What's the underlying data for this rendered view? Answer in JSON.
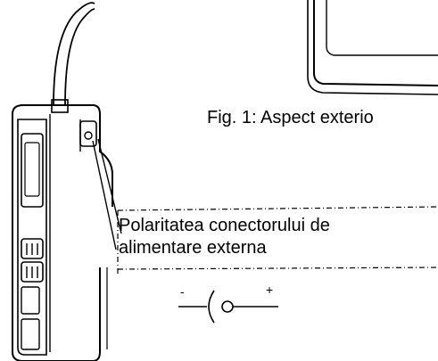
{
  "figure": {
    "caption": "Fig. 1: Aspect exterio"
  },
  "note": {
    "line1": "Polaritatea conectorului de",
    "line2": "alimentare externa"
  },
  "polarity": {
    "minus": "-",
    "plus": "+"
  },
  "colors": {
    "line": "#000000",
    "background": "#ffffff"
  }
}
